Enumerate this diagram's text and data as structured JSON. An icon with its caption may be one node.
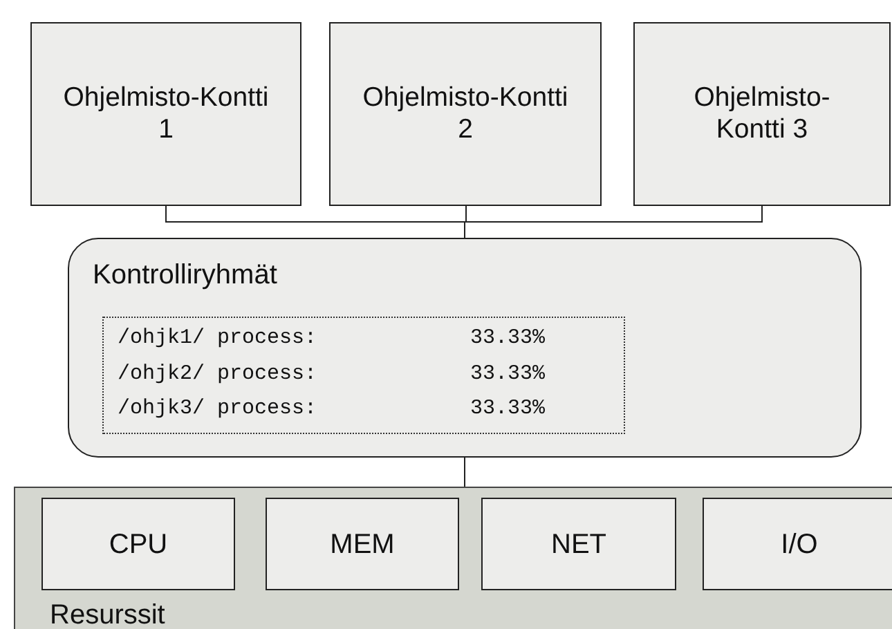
{
  "diagram": {
    "nodes": [
      {
        "text": [
          "Ohjelmisto-Kontti 1"
        ]
      },
      {
        "text": [
          "Ohjelmisto-Kontti 2"
        ]
      },
      {
        "text": [
          "Ohjelmisto-Kontti 3"
        ]
      },
      {
        "text": [
          "Kontrolliryhmät"
        ]
      },
      {
        "text": [
          "/ohjk1/ process:",
          "33.33%",
          "/ohjk2/ process:",
          "33.33%",
          "/ohjk3/ process:",
          "33.33%"
        ],
        "in": 3
      },
      {
        "text": [
          "Resurssit"
        ]
      },
      {
        "text": [
          "CPU"
        ],
        "in": 5
      },
      {
        "text": [
          "MEM"
        ],
        "in": 5
      },
      {
        "text": [
          "NET"
        ],
        "in": 5
      },
      {
        "text": [
          "I/O"
        ],
        "in": 5
      }
    ],
    "edges": [
      {
        "from": 0,
        "to": 3,
        "arrow": "none"
      },
      {
        "from": 1,
        "to": 3,
        "arrow": "none"
      },
      {
        "from": 2,
        "to": 3,
        "arrow": "none"
      },
      {
        "from": 3,
        "to": 5,
        "arrow": "none"
      }
    ]
  }
}
